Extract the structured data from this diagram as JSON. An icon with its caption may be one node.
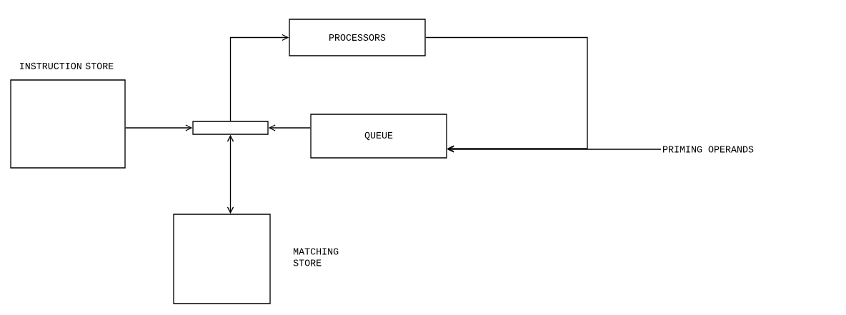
{
  "diagram": {
    "nodes": [
      {
        "text": [
          "INSTRUCTION STORE"
        ]
      },
      {
        "text": [
          "PROCESSORS"
        ]
      },
      {
        "text": [],
        "shape": "box"
      },
      {
        "text": [
          "QUEUE"
        ]
      },
      {
        "text": [],
        "shape": "box",
        "beside": [
          "MATCHING STORE"
        ]
      },
      {
        "text": [
          "PRIMING OPERANDS"
        ]
      }
    ],
    "edges": [
      {
        "from": 0,
        "to": 2,
        "arrow": "to"
      },
      {
        "from": 3,
        "to": 2,
        "arrow": "to"
      },
      {
        "from": 2,
        "to": 1,
        "arrow": "to"
      },
      {
        "from": 2,
        "to": 4,
        "arrow": "both"
      },
      {
        "from": 1,
        "to": 3,
        "arrow": "to"
      },
      {
        "from": 5,
        "to": 3,
        "arrow": "to"
      }
    ]
  }
}
